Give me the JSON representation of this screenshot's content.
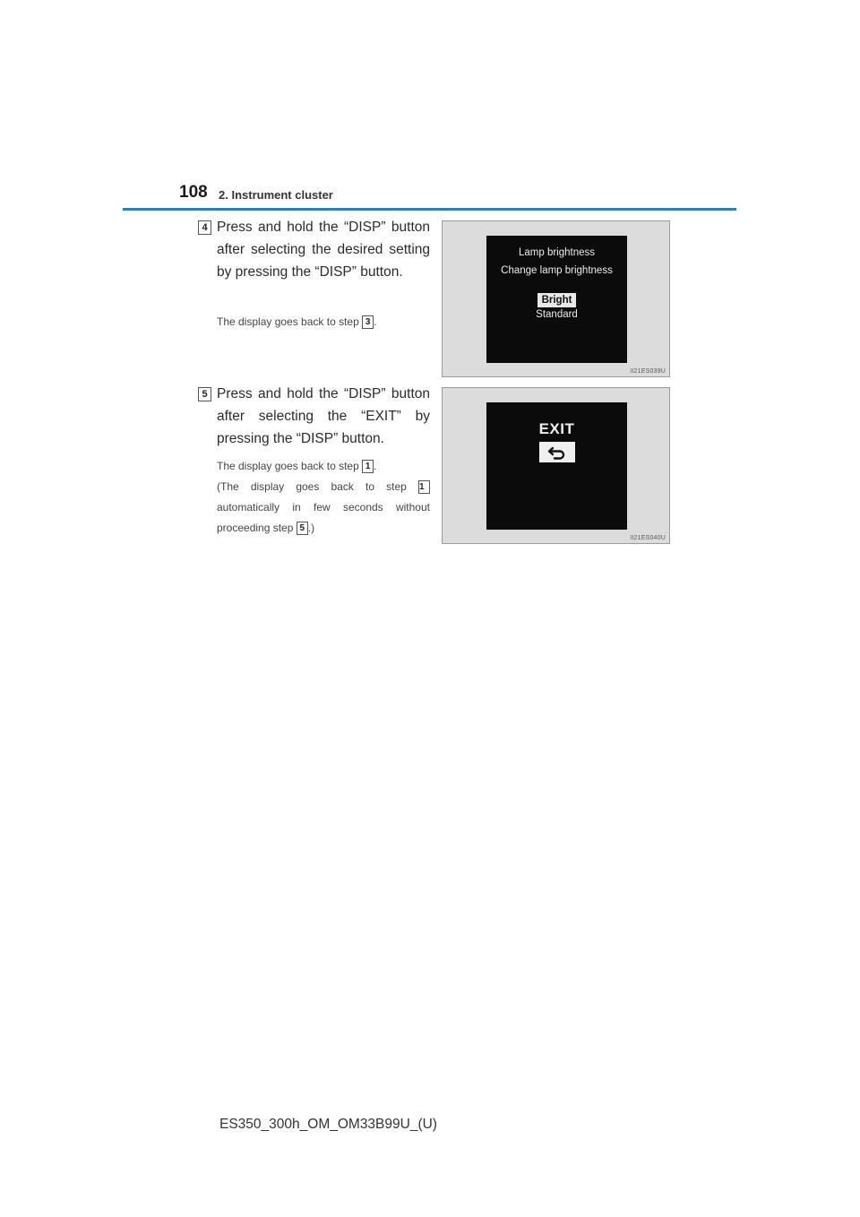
{
  "header": {
    "page_number": "108",
    "section": "2. Instrument cluster"
  },
  "steps": [
    {
      "number": "4",
      "instruction": "Press and hold the “DISP” button after selecting the desired setting by pressing the “DISP” button.",
      "note_prefix": "The display goes back to step",
      "note_ref": "3",
      "note_suffix": ".",
      "figure": {
        "line1": "Lamp brightness",
        "line2": "Change lamp brightness",
        "selected_option": "Bright",
        "other_option": "Standard",
        "code": "II21ES039U"
      }
    },
    {
      "number": "5",
      "instruction": "Press and hold the “DISP” button after selecting the “EXIT” by pressing the “DISP” button.",
      "note1_prefix": "The display goes back to step",
      "note1_ref": "1",
      "note1_suffix": ".",
      "note2_prefix": "(The display goes back to step",
      "note2_ref": "1",
      "note2_middle": "automatically in few seconds without",
      "note2_line3_prefix": "proceeding step",
      "note2_ref2": "5",
      "note2_suffix": ".)",
      "figure": {
        "label": "EXIT",
        "icon": "return-arrow-icon",
        "code": "II21ES040U"
      }
    }
  ],
  "footer": {
    "doc_code": "ES350_300h_OM_OM33B99U_(U)"
  }
}
